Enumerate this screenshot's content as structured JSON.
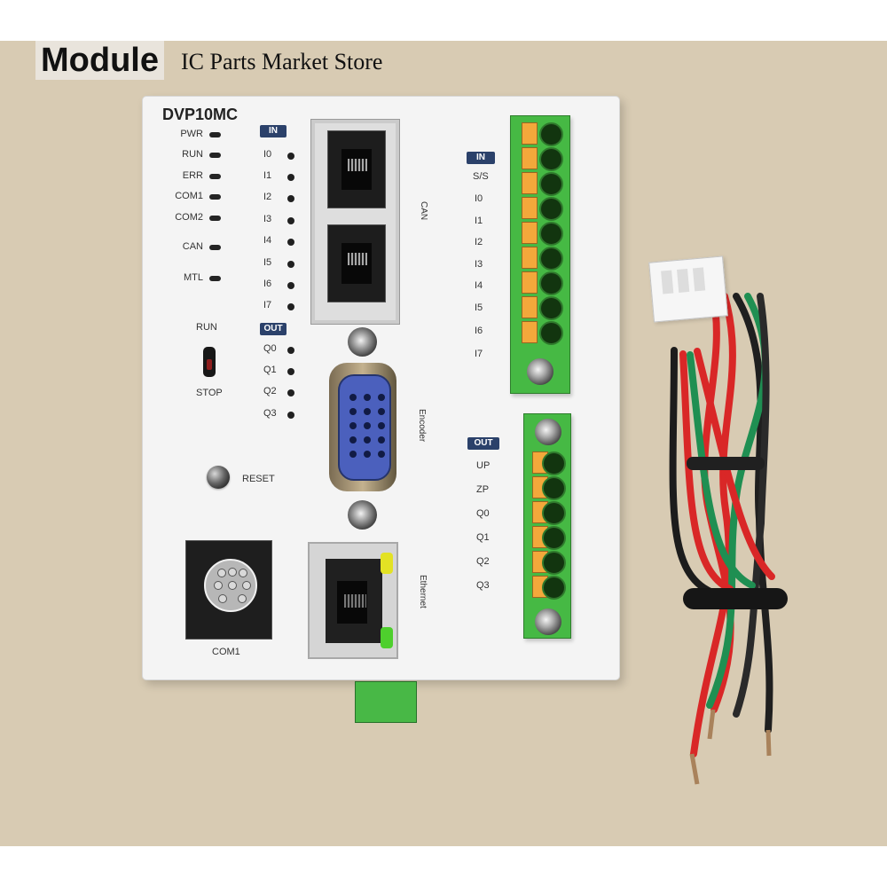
{
  "header": {
    "module_tag": "Module",
    "store_name": "IC Parts Market Store"
  },
  "device": {
    "model": "DVP10MC",
    "status_leds": [
      "PWR",
      "RUN",
      "ERR",
      "COM1",
      "COM2",
      "CAN",
      "MTL"
    ],
    "input_leds_badge": "IN",
    "input_leds": [
      "I0",
      "I1",
      "I2",
      "I3",
      "I4",
      "I5",
      "I6",
      "I7"
    ],
    "output_leds_badge": "OUT",
    "output_leds": [
      "Q0",
      "Q1",
      "Q2",
      "Q3"
    ],
    "run_label": "RUN",
    "stop_label": "STOP",
    "reset_label": "RESET",
    "can_label": "CAN",
    "encoder_label": "Encoder",
    "ethernet_label": "Ethernet",
    "com1_label": "COM1",
    "input_terminal_badge": "IN",
    "input_terminals": [
      "S/S",
      "I0",
      "I1",
      "I2",
      "I3",
      "I4",
      "I5",
      "I6",
      "I7"
    ],
    "output_terminal_badge": "OUT",
    "output_terminals": [
      "UP",
      "ZP",
      "Q0",
      "Q1",
      "Q2",
      "Q3"
    ]
  },
  "colors": {
    "background": "#d8cbb3",
    "terminal_green": "#46b944",
    "terminal_orange": "#f3a83b",
    "connector_blue": "#4b60bd",
    "badge_blue": "#2b416a"
  }
}
